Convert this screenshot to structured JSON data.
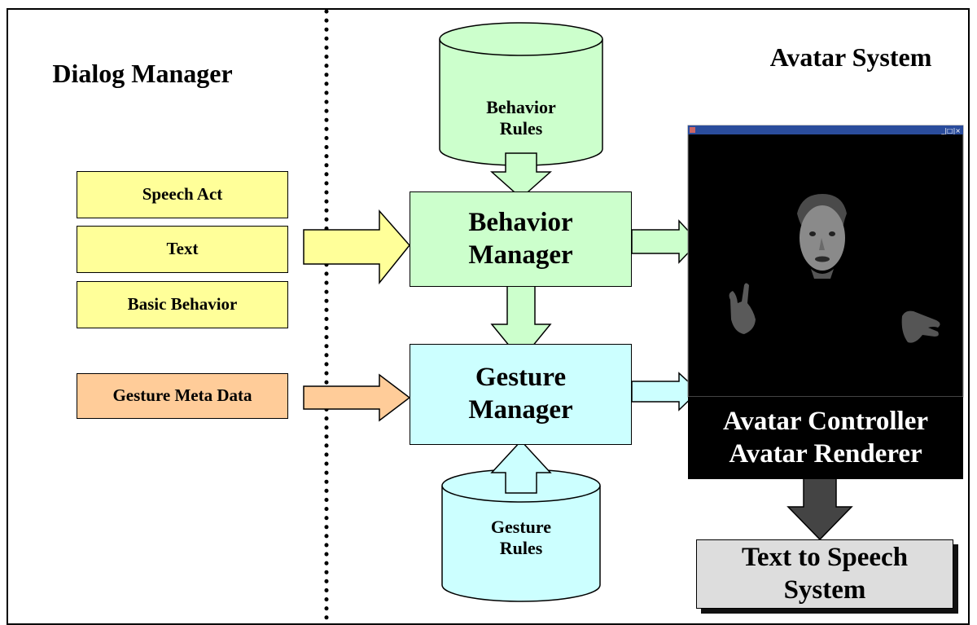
{
  "sections": {
    "dialog_manager_title": "Dialog Manager",
    "avatar_system_title": "Avatar System"
  },
  "inputs": {
    "speech_act": "Speech Act",
    "text": "Text",
    "basic_behavior": "Basic Behavior",
    "gesture_meta_data": "Gesture Meta Data"
  },
  "stores": {
    "behavior_rules_line1": "Behavior",
    "behavior_rules_line2": "Rules",
    "gesture_rules_line1": "Gesture",
    "gesture_rules_line2": "Rules"
  },
  "managers": {
    "behavior_manager_line1": "Behavior",
    "behavior_manager_line2": "Manager",
    "gesture_manager_line1": "Gesture",
    "gesture_manager_line2": "Manager"
  },
  "avatar": {
    "controller": "Avatar Controller",
    "renderer": "Avatar Renderer",
    "window_controls": "_|□|×"
  },
  "tts": {
    "line1": "Text to Speech",
    "line2": "System"
  },
  "colors": {
    "input_yellow": "#ffff99",
    "input_orange": "#ffcc99",
    "behavior_green": "#ccffcc",
    "gesture_cyan": "#ccffff",
    "tts_gray": "#dddddd",
    "screen_black": "#000000"
  }
}
